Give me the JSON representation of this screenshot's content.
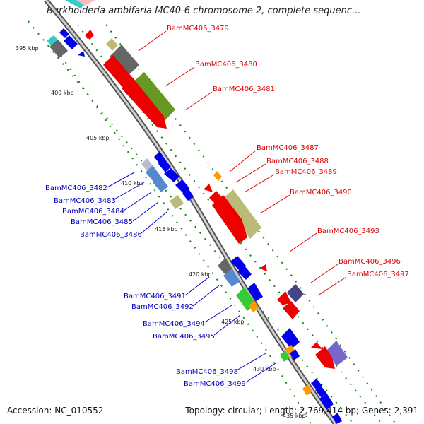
{
  "header": {
    "title": "Burkholderia ambifaria MC40-6 chromosome 2, complete sequenc..."
  },
  "footer": {
    "accession": "Accession: NC_010552",
    "summary": "Topology: circular; Length: 2,769,414 bp; Genes: 2,391"
  },
  "scale": {
    "unit": "kbp",
    "ticks": [
      "395 kbp",
      "400 kbp",
      "405 kbp",
      "410 kbp",
      "415 kbp",
      "420 kbp",
      "425 kbp",
      "430 kbp",
      "435 kbp"
    ]
  },
  "genes_forward": [
    "BamMC406_3479",
    "BamMC406_3480",
    "BamMC406_3481",
    "BamMC406_3487",
    "BamMC406_3488",
    "BamMC406_3489",
    "BamMC406_3490",
    "BamMC406_3493",
    "BamMC406_3496",
    "BamMC406_3497"
  ],
  "genes_reverse": [
    "BamMC406_3482",
    "BamMC406_3483",
    "BamMC406_3484",
    "BamMC406_3485",
    "BamMC406_3486",
    "BamMC406_3491",
    "BamMC406_3492",
    "BamMC406_3494",
    "BamMC406_3495",
    "BamMC406_3498",
    "BamMC406_3499"
  ],
  "colors": {
    "forward_cds": "#ff0000",
    "reverse_cds": "#0000ff",
    "backbone": "#888888",
    "ticks": "#008800",
    "olive": "#bbbb77",
    "dark_green": "#669922",
    "grey": "#666666",
    "steel_blue": "#5588cc",
    "slate": "#444488",
    "purple": "#7766cc",
    "cyan": "#33cccc",
    "bright_green": "#33cc33",
    "orange": "#ff9900"
  }
}
